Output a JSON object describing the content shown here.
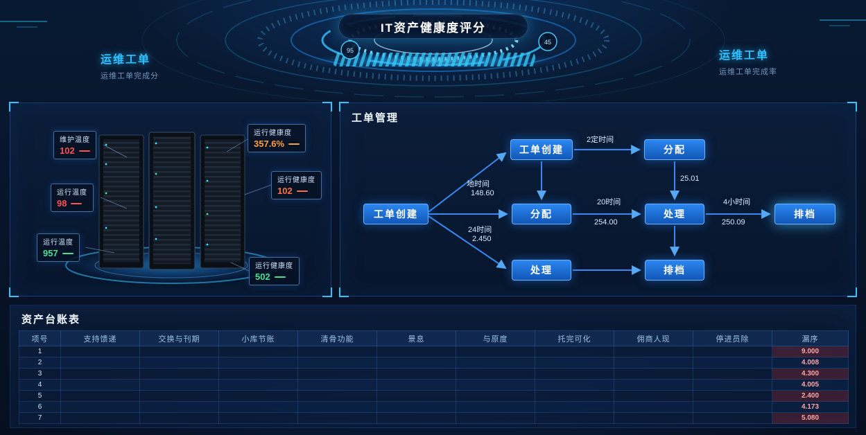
{
  "colors": {
    "accent_cyan": "#2ec0ff",
    "node_blue": "#1976d2",
    "alert_red": "#ff5252",
    "warn_orange": "#ffa040",
    "ok_green": "#49e092",
    "table_value_red": "#ffa3a3"
  },
  "header": {
    "title": "IT资产健康度评分",
    "left_title": "运维工单",
    "left_subtitle": "运维工单完成分",
    "right_title": "运维工单",
    "right_subtitle": "运维工单完成率",
    "gauge_left_value": "95",
    "gauge_right_value": "45"
  },
  "server": {
    "callouts": [
      {
        "label": "维护温度",
        "value": "102",
        "color": "#ff5252"
      },
      {
        "label": "运行健康度",
        "value": "357.6%",
        "color": "#ffa040"
      },
      {
        "label": "运行健康度",
        "value": "102",
        "color": "#ff7043"
      },
      {
        "label": "运行温度",
        "value": "98",
        "color": "#ff5252"
      },
      {
        "label": "运行温度",
        "value": "957",
        "color": "#49e092"
      },
      {
        "label": "运行健康度",
        "value": "502",
        "color": "#49e092"
      }
    ]
  },
  "flow": {
    "title": "工单管理",
    "nodes": [
      {
        "label": "工单创建"
      },
      {
        "label": "工单创建"
      },
      {
        "label": "分配"
      },
      {
        "label": "分配"
      },
      {
        "label": "处理"
      },
      {
        "label": "排档"
      },
      {
        "label": "处理"
      },
      {
        "label": "排档"
      }
    ],
    "edge_labels": [
      {
        "text": "地时间"
      },
      {
        "text": "148.60"
      },
      {
        "text": "24时间"
      },
      {
        "text": "2.450"
      },
      {
        "text": "2定时间"
      },
      {
        "text": "25.01"
      },
      {
        "text": "20时间"
      },
      {
        "text": "254.00"
      },
      {
        "text": "4小时间"
      },
      {
        "text": "250.09"
      }
    ]
  },
  "table": {
    "title": "资产台账表",
    "headers": [
      "项号",
      "支持馈递",
      "交换与刊期",
      "小库节账",
      "清骨功能",
      "景息",
      "与原度",
      "托完可化",
      "佣商人现",
      "停进员除",
      "漏序"
    ],
    "rows": [
      {
        "no": "1",
        "value": "9.000"
      },
      {
        "no": "2",
        "value": "4.008"
      },
      {
        "no": "3",
        "value": "4.300"
      },
      {
        "no": "4",
        "value": "4.005"
      },
      {
        "no": "5",
        "value": "2.400"
      },
      {
        "no": "6",
        "value": "4.173"
      },
      {
        "no": "7",
        "value": "5.080"
      }
    ]
  }
}
